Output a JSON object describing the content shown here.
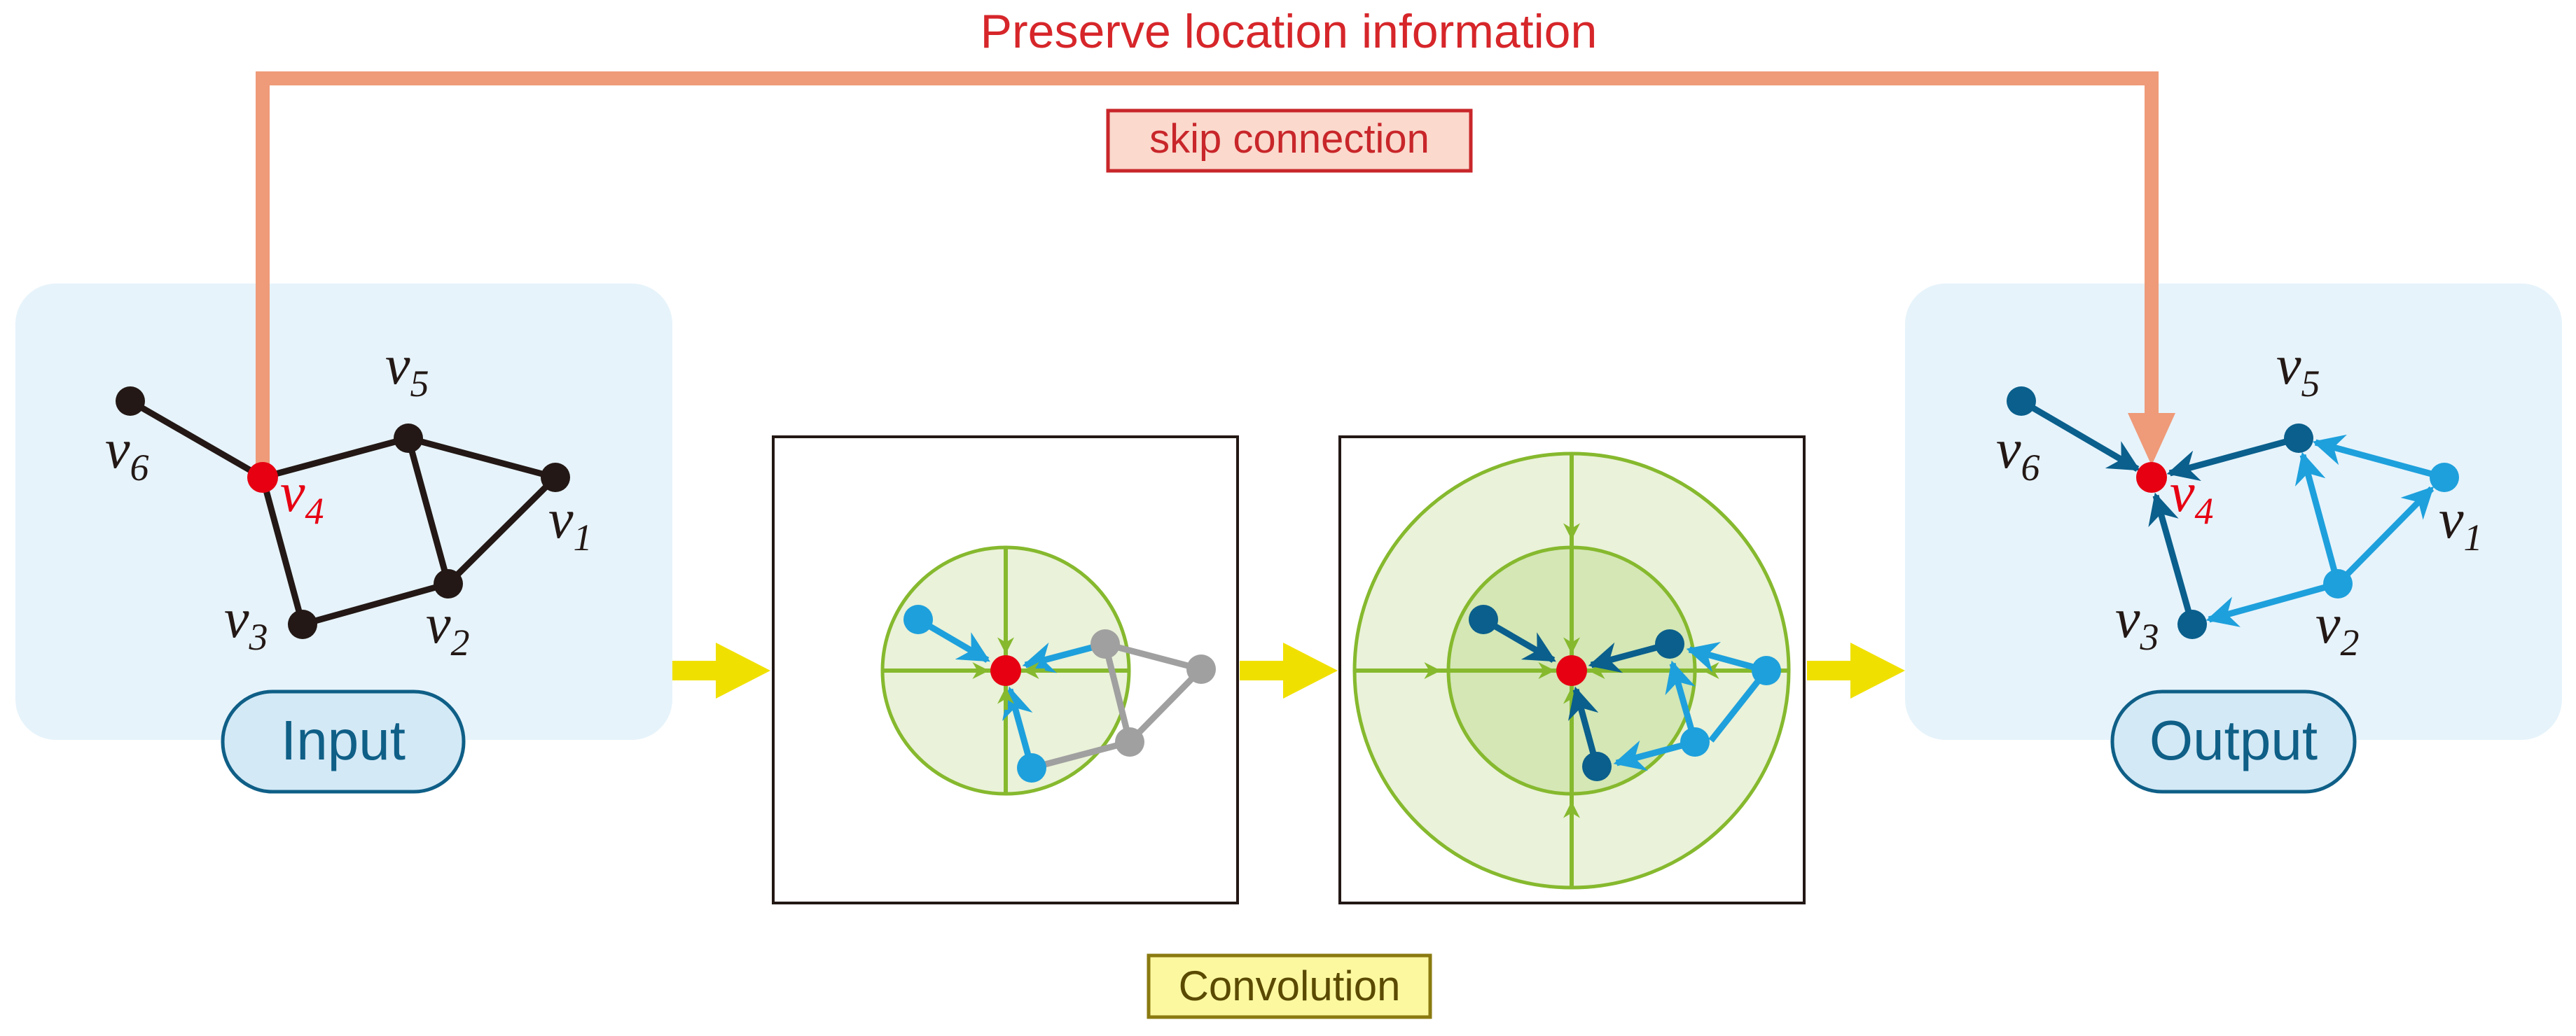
{
  "title": "Preserve location information",
  "skip_label": "skip connection",
  "input_label": "Input",
  "output_label": "Output",
  "conv_label": "Convolution",
  "vertex_labels": {
    "v1": {
      "base": "v",
      "sub": "1"
    },
    "v2": {
      "base": "v",
      "sub": "2"
    },
    "v3": {
      "base": "v",
      "sub": "3"
    },
    "v4": {
      "base": "v",
      "sub": "4"
    },
    "v5": {
      "base": "v",
      "sub": "5"
    },
    "v6": {
      "base": "v",
      "sub": "6"
    }
  },
  "colors": {
    "title_red": "#d6262a",
    "skip_line": "#ef9a78",
    "skip_box_fill": "#fbd9cd",
    "skip_box_stroke": "#c8262a",
    "panel_fill": "#e6f3fb",
    "pill_fill": "#d3e9f6",
    "pill_stroke": "#0f5f87",
    "pill_text": "#0f5f87",
    "node_black": "#231815",
    "node_red": "#e60012",
    "node_light_blue": "#1ea0dc",
    "node_dark_blue": "#0a5f8c",
    "node_gray": "#a0a0a0",
    "green": "#86b92e",
    "green_fill_light": "#eaf2d9",
    "green_fill_mid": "#d4e7b5",
    "yellow_arrow": "#f0e000",
    "conv_box_fill": "#fcf8a0",
    "conv_box_stroke": "#8a7a10",
    "conv_text": "#5a4a00"
  }
}
